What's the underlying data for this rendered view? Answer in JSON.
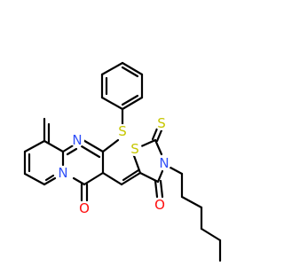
{
  "atoms": {
    "n_top": "N",
    "n_ring": "N",
    "s_phenyl": "S",
    "o_pyr": "O",
    "s_thiazole": "S",
    "s_thione": "S",
    "n_thiazole": "N",
    "o_thiazole": "O"
  },
  "colors": {
    "bond": "#000000",
    "nitrogen": "#3050F8",
    "oxygen": "#FF0D0D",
    "sulfur": "#C6C600"
  }
}
